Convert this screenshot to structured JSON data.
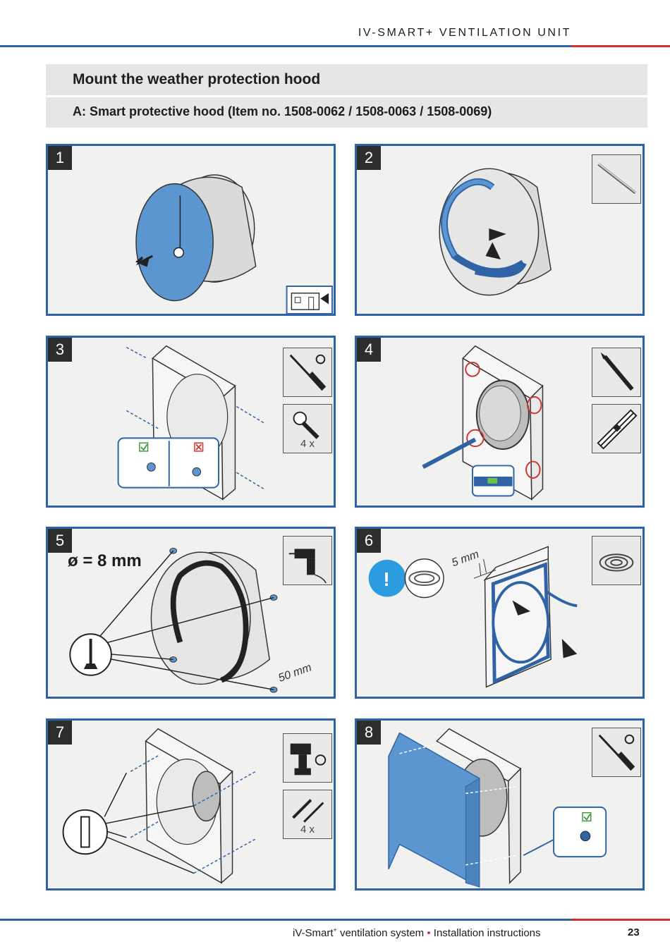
{
  "header": {
    "unit_title": "IV-SMART+ VENTILATION UNIT"
  },
  "section": {
    "title": "Mount the weather protection hood",
    "subtitle": "A: Smart protective hood (Item no. 1508-0062 / 1508-0063 / 1508-0069)"
  },
  "steps": [
    {
      "number": "1"
    },
    {
      "number": "2"
    },
    {
      "number": "3",
      "quantity": "4 x"
    },
    {
      "number": "4"
    },
    {
      "number": "5",
      "diameter": "ø = 8 mm",
      "distance": "50 mm"
    },
    {
      "number": "6",
      "gap": "5 mm",
      "notice": "!"
    },
    {
      "number": "7",
      "quantity": "4 x"
    },
    {
      "number": "8"
    }
  ],
  "footer": {
    "product": "iV-Smart",
    "superscript": "+",
    "product_rest": " ventilation system ",
    "separator": "•",
    "doc_type": " Installation instructions",
    "page_number": "23"
  },
  "colors": {
    "accent_blue": "#2f63a5",
    "part_blue": "#5b96d1",
    "accent_red": "#d0322e",
    "step_background": "#f1f1ef"
  },
  "icons": [
    "screwdriver-icon",
    "screw-icon",
    "pencil-icon",
    "spirit-level-icon",
    "drill-icon",
    "cordless-screwdriver-icon",
    "sealing-tape-icon",
    "wire-icon",
    "house-outside-icon",
    "check-icon",
    "cross-icon",
    "warning-icon"
  ]
}
